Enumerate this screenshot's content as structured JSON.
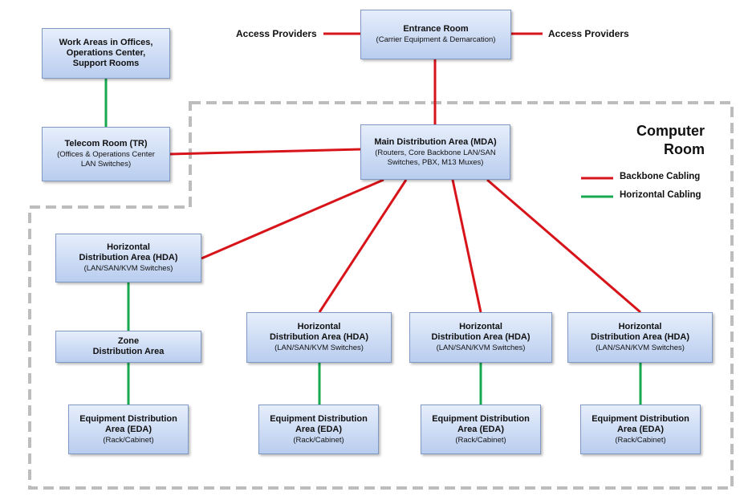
{
  "computer_room_label": "Computer\nRoom",
  "access_providers_left": "Access Providers",
  "access_providers_right": "Access Providers",
  "legend": {
    "backbone": {
      "label": "Backbone  Cabling",
      "color": "#d7141a"
    },
    "horizontal": {
      "label": "Horizontal Cabling",
      "color": "#17a94f"
    }
  },
  "nodes": {
    "entrance": {
      "title": "Entrance Room",
      "sub": "(Carrier Equipment & Demarcation)"
    },
    "work_areas": {
      "title": "Work Areas in Offices,\nOperations Center,\nSupport Rooms",
      "sub": ""
    },
    "telecom": {
      "title": "Telecom Room (TR)",
      "sub": "(Offices & Operations Center\nLAN Switches)"
    },
    "mda": {
      "title": "Main Distribution Area (MDA)",
      "sub": "(Routers, Core Backbone LAN/SAN\nSwitches, PBX, M13 Muxes)"
    },
    "hda1": {
      "title": "Horizontal\nDistribution Area (HDA)",
      "sub": "(LAN/SAN/KVM Switches)"
    },
    "hda2": {
      "title": "Horizontal\nDistribution Area (HDA)",
      "sub": "(LAN/SAN/KVM Switches)"
    },
    "hda3": {
      "title": "Horizontal\nDistribution Area (HDA)",
      "sub": "(LAN/SAN/KVM Switches)"
    },
    "hda4": {
      "title": "Horizontal\nDistribution Area (HDA)",
      "sub": "(LAN/SAN/KVM Switches)"
    },
    "zda": {
      "title": "Zone\nDistribution Area",
      "sub": ""
    },
    "eda1": {
      "title": "Equipment Distribution\nArea (EDA)",
      "sub": "(Rack/Cabinet)"
    },
    "eda2": {
      "title": "Equipment Distribution\nArea (EDA)",
      "sub": "(Rack/Cabinet)"
    },
    "eda3": {
      "title": "Equipment Distribution\nArea (EDA)",
      "sub": "(Rack/Cabinet)"
    },
    "eda4": {
      "title": "Equipment Distribution\nArea (EDA)",
      "sub": "(Rack/Cabinet)"
    }
  },
  "connections": [
    {
      "from": "entrance",
      "to": "mda",
      "type": "backbone"
    },
    {
      "from": "telecom",
      "to": "mda",
      "type": "backbone"
    },
    {
      "from": "work_areas",
      "to": "telecom",
      "type": "horizontal"
    },
    {
      "from": "mda",
      "to": "hda1",
      "type": "backbone"
    },
    {
      "from": "mda",
      "to": "hda2",
      "type": "backbone"
    },
    {
      "from": "mda",
      "to": "hda3",
      "type": "backbone"
    },
    {
      "from": "mda",
      "to": "hda4",
      "type": "backbone"
    },
    {
      "from": "hda1",
      "to": "zda",
      "type": "horizontal"
    },
    {
      "from": "zda",
      "to": "eda1",
      "type": "horizontal"
    },
    {
      "from": "hda2",
      "to": "eda2",
      "type": "horizontal"
    },
    {
      "from": "hda3",
      "to": "eda3",
      "type": "horizontal"
    },
    {
      "from": "hda4",
      "to": "eda4",
      "type": "horizontal"
    }
  ]
}
